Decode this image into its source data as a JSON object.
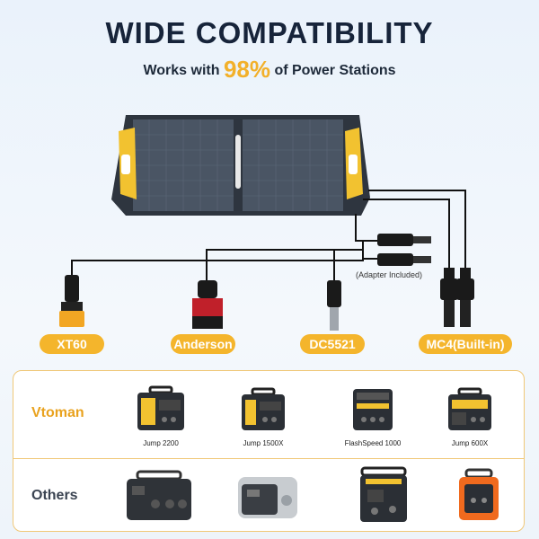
{
  "header": {
    "title": "WIDE COMPATIBILITY",
    "subtitle_prefix": "Works with",
    "subtitle_percent": "98%",
    "subtitle_suffix": "of Power Stations"
  },
  "connectors": [
    {
      "label": "XT60"
    },
    {
      "label": "Anderson"
    },
    {
      "label": "DC5521"
    },
    {
      "label": "MC4(Built-in)"
    }
  ],
  "adapter_note": "(Adapter Included)",
  "compatibility": {
    "rows": [
      {
        "label": "Vtoman",
        "products": [
          {
            "name": "Jump 2200"
          },
          {
            "name": "Jump 1500X"
          },
          {
            "name": "FlashSpeed 1000"
          },
          {
            "name": "Jump 600X"
          }
        ]
      },
      {
        "label": "Others",
        "products": [
          {
            "name": ""
          },
          {
            "name": ""
          },
          {
            "name": ""
          },
          {
            "name": ""
          }
        ]
      }
    ]
  },
  "colors": {
    "accent": "#f4b52c",
    "title": "#17243a",
    "panel": "#4a5564",
    "frame": "#f2c230",
    "border": "#f0c878"
  }
}
